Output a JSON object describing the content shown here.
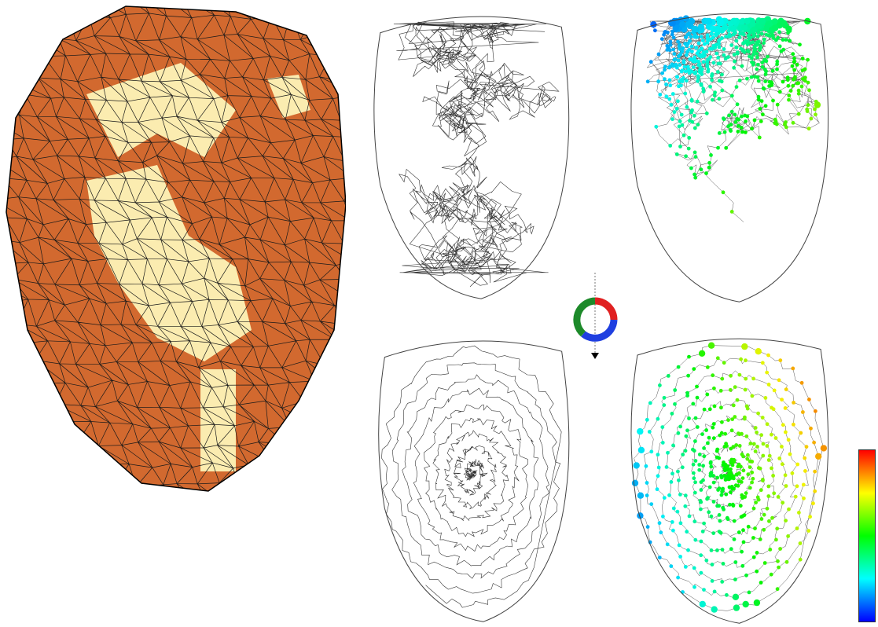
{
  "figure": {
    "panels": [
      {
        "id": "face-mesh",
        "kind": "triangulated 3D face mesh",
        "fill": "#d2692f",
        "highlight": "#fbecb0",
        "edge": "#1a1a1a"
      },
      {
        "id": "path-random",
        "kind": "edge traversal path (unordered)",
        "stroke": "#333333"
      },
      {
        "id": "path-random-colored",
        "kind": "edge traversal path with vertex order colors"
      },
      {
        "id": "path-spiral",
        "kind": "edge traversal path (ordered)",
        "stroke": "#333333"
      },
      {
        "id": "path-spiral-colored",
        "kind": "edge traversal path with vertex order colors"
      }
    ],
    "cycle_icon": {
      "colors": [
        "#e02020",
        "#1f3fe0",
        "#1d8a2a"
      ]
    },
    "colorbar": {
      "colors": [
        "#ff0000",
        "#ffff00",
        "#00ff00",
        "#00ffff",
        "#0000ff"
      ]
    }
  }
}
